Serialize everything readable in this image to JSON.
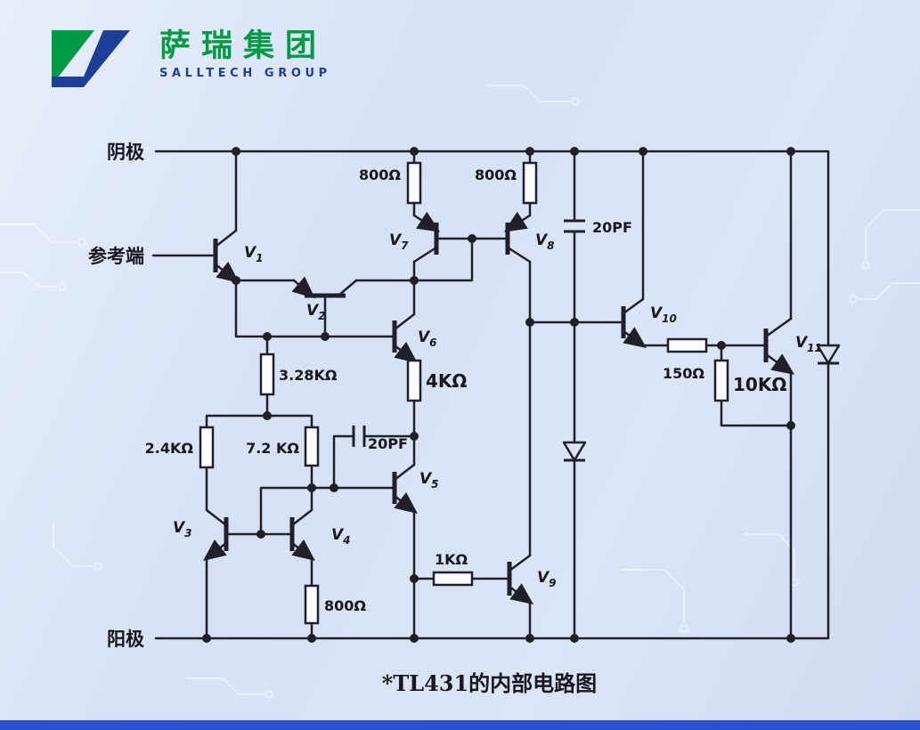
{
  "page": {
    "background_color": "#d6e1f4",
    "footer_bar_color": "#2a52cc",
    "line_color": "#20202a"
  },
  "logo": {
    "company_cn": "萨瑞集团",
    "company_en": "SALLTECH GROUP",
    "green": "#009a44",
    "blue": "#1d3f96"
  },
  "circuit": {
    "caption": "*TL431的内部电路图",
    "terminals": {
      "cathode": "阴极",
      "reference": "参考端",
      "anode": "阳极"
    },
    "transistors": [
      {
        "name": "V1",
        "base": "V",
        "sub": "1"
      },
      {
        "name": "V2",
        "base": "V",
        "sub": "2"
      },
      {
        "name": "V3",
        "base": "V",
        "sub": "3"
      },
      {
        "name": "V4",
        "base": "V",
        "sub": "4"
      },
      {
        "name": "V5",
        "base": "V",
        "sub": "5"
      },
      {
        "name": "V6",
        "base": "V",
        "sub": "6"
      },
      {
        "name": "V7",
        "base": "V",
        "sub": "7"
      },
      {
        "name": "V8",
        "base": "V",
        "sub": "8"
      },
      {
        "name": "V9",
        "base": "V",
        "sub": "9"
      },
      {
        "name": "V10",
        "base": "V",
        "sub": "10"
      },
      {
        "name": "V11",
        "base": "V",
        "sub": "11"
      }
    ],
    "resistors": [
      {
        "id": "R1",
        "value": "800Ω"
      },
      {
        "id": "R2",
        "value": "800Ω"
      },
      {
        "id": "R3",
        "value": "3.28KΩ"
      },
      {
        "id": "R4",
        "value": "4KΩ"
      },
      {
        "id": "R5",
        "value": "2.4KΩ"
      },
      {
        "id": "R6",
        "value": "7.2 KΩ"
      },
      {
        "id": "R7",
        "value": "800Ω"
      },
      {
        "id": "R8",
        "value": "1KΩ"
      },
      {
        "id": "R9",
        "value": "150Ω"
      },
      {
        "id": "R10",
        "value": "10KΩ"
      }
    ],
    "capacitors": [
      {
        "id": "C1",
        "value": "20PF"
      },
      {
        "id": "C2",
        "value": "20PF"
      }
    ],
    "diodes": [
      {
        "id": "D1"
      },
      {
        "id": "D2"
      }
    ]
  }
}
